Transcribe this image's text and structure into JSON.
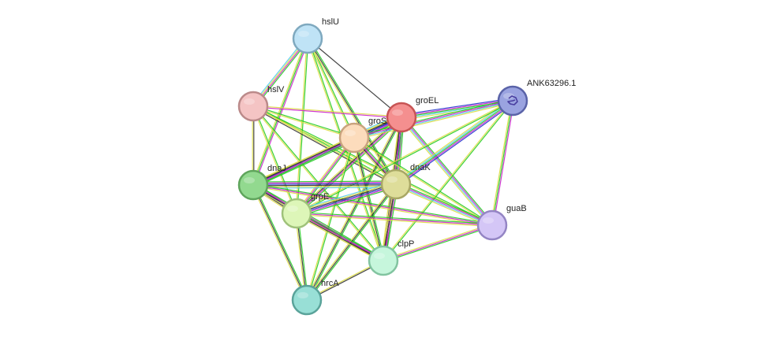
{
  "network": {
    "nodes": [
      {
        "id": "hslU",
        "label": "hslU",
        "color": "#bfe3f6",
        "border": "#7fa9bf"
      },
      {
        "id": "hslV",
        "label": "hslV",
        "color": "#f4c4c4",
        "border": "#bb8a8a"
      },
      {
        "id": "groEL",
        "label": "groEL",
        "color": "#f48f8f",
        "border": "#c75454"
      },
      {
        "id": "groS",
        "label": "groS",
        "color": "#fcdcbc",
        "border": "#c9a37e"
      },
      {
        "id": "ANK63296.1",
        "label": "ANK63296.1",
        "color": "#9aa3e0",
        "border": "#5a63a8",
        "icon": "protein-structure-icon"
      },
      {
        "id": "dnaJ",
        "label": "dnaJ",
        "color": "#92d98f",
        "border": "#5fa55c"
      },
      {
        "id": "dnaK",
        "label": "dnaK",
        "color": "#dedd9a",
        "border": "#a8a765"
      },
      {
        "id": "grpE",
        "label": "grpE",
        "color": "#ddf6b8",
        "border": "#9fc27a"
      },
      {
        "id": "guaB",
        "label": "guaB",
        "color": "#d4c6f6",
        "border": "#9485c4"
      },
      {
        "id": "clpP",
        "label": "clpP",
        "color": "#c6f6dc",
        "border": "#82c4a0"
      },
      {
        "id": "hrcA",
        "label": "hrcA",
        "color": "#98dfd6",
        "border": "#5aa39a"
      }
    ],
    "edges": [
      {
        "a": "hslU",
        "b": "hslV",
        "colors": [
          "#22cc22",
          "#cc22cc",
          "#dddd44",
          "#55ccee"
        ]
      },
      {
        "a": "hslU",
        "b": "groEL",
        "colors": [
          "#333333"
        ]
      },
      {
        "a": "hslU",
        "b": "groS",
        "colors": [
          "#22cc22",
          "#dddd44"
        ]
      },
      {
        "a": "hslU",
        "b": "dnaJ",
        "colors": [
          "#cc22cc",
          "#22cc22",
          "#dddd44"
        ]
      },
      {
        "a": "hslU",
        "b": "dnaK",
        "colors": [
          "#22cc22",
          "#333333",
          "#dddd44"
        ]
      },
      {
        "a": "hslU",
        "b": "grpE",
        "colors": [
          "#22cc22",
          "#dddd44"
        ]
      },
      {
        "a": "hslU",
        "b": "clpP",
        "colors": [
          "#22cc22",
          "#dddd44"
        ]
      },
      {
        "a": "hslV",
        "b": "groEL",
        "colors": [
          "#dddd44",
          "#cc22cc"
        ]
      },
      {
        "a": "hslV",
        "b": "groS",
        "colors": [
          "#22cc22",
          "#dddd44"
        ]
      },
      {
        "a": "hslV",
        "b": "dnaJ",
        "colors": [
          "#333333",
          "#dddd44"
        ]
      },
      {
        "a": "hslV",
        "b": "dnaK",
        "colors": [
          "#22cc22",
          "#dddd44",
          "#333333"
        ]
      },
      {
        "a": "hslV",
        "b": "grpE",
        "colors": [
          "#22cc22",
          "#dddd44"
        ]
      },
      {
        "a": "hslV",
        "b": "clpP",
        "colors": [
          "#22cc22",
          "#dddd44"
        ]
      },
      {
        "a": "hslV",
        "b": "guaB",
        "colors": [
          "#22cc22",
          "#dddd44"
        ]
      },
      {
        "a": "groEL",
        "b": "groS",
        "colors": [
          "#22cc22",
          "#cc22cc",
          "#2233cc",
          "#333333",
          "#dddd44",
          "#55ccee"
        ]
      },
      {
        "a": "groEL",
        "b": "ANK63296.1",
        "colors": [
          "#2233cc",
          "#cc22cc",
          "#22cc22",
          "#55ccee",
          "#dddd44"
        ]
      },
      {
        "a": "groEL",
        "b": "dnaJ",
        "colors": [
          "#22cc22",
          "#cc22cc",
          "#2233cc",
          "#333333",
          "#dddd44"
        ]
      },
      {
        "a": "groEL",
        "b": "dnaK",
        "colors": [
          "#22cc22",
          "#cc22cc",
          "#2233cc",
          "#333333",
          "#dddd44"
        ]
      },
      {
        "a": "groEL",
        "b": "grpE",
        "colors": [
          "#22cc22",
          "#cc22cc",
          "#333333",
          "#dddd44"
        ]
      },
      {
        "a": "groEL",
        "b": "guaB",
        "colors": [
          "#22cc22",
          "#cc22cc",
          "#55ccee",
          "#dddd44"
        ]
      },
      {
        "a": "groEL",
        "b": "clpP",
        "colors": [
          "#22cc22",
          "#cc22cc",
          "#333333",
          "#dddd44"
        ]
      },
      {
        "a": "groEL",
        "b": "hrcA",
        "colors": [
          "#22cc22",
          "#333333",
          "#dddd44"
        ]
      },
      {
        "a": "groS",
        "b": "ANK63296.1",
        "colors": [
          "#22cc22",
          "#cc22cc",
          "#55ccee",
          "#dddd44"
        ]
      },
      {
        "a": "groS",
        "b": "dnaJ",
        "colors": [
          "#22cc22",
          "#cc22cc",
          "#333333",
          "#dddd44"
        ]
      },
      {
        "a": "groS",
        "b": "dnaK",
        "colors": [
          "#22cc22",
          "#cc22cc",
          "#333333",
          "#dddd44"
        ]
      },
      {
        "a": "groS",
        "b": "grpE",
        "colors": [
          "#22cc22",
          "#cc22cc",
          "#dddd44"
        ]
      },
      {
        "a": "groS",
        "b": "guaB",
        "colors": [
          "#22cc22",
          "#dddd44"
        ]
      },
      {
        "a": "groS",
        "b": "clpP",
        "colors": [
          "#22cc22",
          "#333333",
          "#dddd44"
        ]
      },
      {
        "a": "groS",
        "b": "hrcA",
        "colors": [
          "#22cc22",
          "#dddd44"
        ]
      },
      {
        "a": "ANK63296.1",
        "b": "dnaK",
        "colors": [
          "#2233cc",
          "#cc22cc",
          "#22cc22",
          "#55ccee",
          "#dddd44"
        ]
      },
      {
        "a": "ANK63296.1",
        "b": "guaB",
        "colors": [
          "#cc22cc",
          "#22cc22",
          "#dddd44"
        ]
      },
      {
        "a": "ANK63296.1",
        "b": "grpE",
        "colors": [
          "#22cc22",
          "#dddd44"
        ]
      },
      {
        "a": "ANK63296.1",
        "b": "clpP",
        "colors": [
          "#22cc22",
          "#dddd44"
        ]
      },
      {
        "a": "dnaJ",
        "b": "dnaK",
        "colors": [
          "#22cc22",
          "#cc22cc",
          "#2233cc",
          "#333333",
          "#dddd44",
          "#55ccee"
        ]
      },
      {
        "a": "dnaJ",
        "b": "grpE",
        "colors": [
          "#22cc22",
          "#cc22cc",
          "#2233cc",
          "#333333",
          "#dddd44"
        ]
      },
      {
        "a": "dnaJ",
        "b": "guaB",
        "colors": [
          "#22cc22",
          "#cc22cc",
          "#dddd44"
        ]
      },
      {
        "a": "dnaJ",
        "b": "clpP",
        "colors": [
          "#22cc22",
          "#cc22cc",
          "#333333",
          "#dddd44"
        ]
      },
      {
        "a": "dnaJ",
        "b": "hrcA",
        "colors": [
          "#22cc22",
          "#333333",
          "#dddd44"
        ]
      },
      {
        "a": "dnaK",
        "b": "grpE",
        "colors": [
          "#22cc22",
          "#cc22cc",
          "#2233cc",
          "#333333",
          "#dddd44",
          "#55ccee"
        ]
      },
      {
        "a": "dnaK",
        "b": "guaB",
        "colors": [
          "#22cc22",
          "#cc22cc",
          "#55ccee",
          "#dddd44"
        ]
      },
      {
        "a": "dnaK",
        "b": "clpP",
        "colors": [
          "#22cc22",
          "#cc22cc",
          "#333333",
          "#dddd44"
        ]
      },
      {
        "a": "dnaK",
        "b": "hrcA",
        "colors": [
          "#22cc22",
          "#333333",
          "#dddd44"
        ]
      },
      {
        "a": "grpE",
        "b": "guaB",
        "colors": [
          "#22cc22",
          "#cc22cc",
          "#dddd44"
        ]
      },
      {
        "a": "grpE",
        "b": "clpP",
        "colors": [
          "#22cc22",
          "#cc22cc",
          "#333333",
          "#dddd44"
        ]
      },
      {
        "a": "grpE",
        "b": "hrcA",
        "colors": [
          "#22cc22",
          "#333333",
          "#dddd44"
        ]
      },
      {
        "a": "guaB",
        "b": "clpP",
        "colors": [
          "#22cc22",
          "#cc22cc",
          "#dddd44"
        ]
      },
      {
        "a": "clpP",
        "b": "hrcA",
        "colors": [
          "#333333",
          "#dddd44"
        ]
      }
    ]
  }
}
